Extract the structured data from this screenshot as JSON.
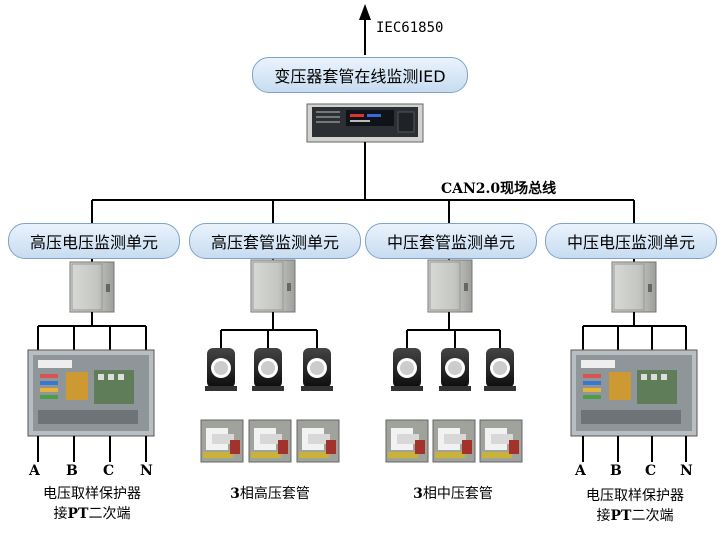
{
  "top_protocol": "IEC61850",
  "ied_label": "变压器套管在线监测IED",
  "bus_label": "CAN2.0现场总线",
  "units": [
    {
      "label": "高压电压监测单元"
    },
    {
      "label": "高压套管监测单元"
    },
    {
      "label": "中压套管监测单元"
    },
    {
      "label": "中压电压监测单元"
    }
  ],
  "left_phases": [
    "A",
    "B",
    "C",
    "N"
  ],
  "right_phases": [
    "A",
    "B",
    "C",
    "N"
  ],
  "captions": {
    "left_line1": "电压取样保护器",
    "left_line2_prefix": "接",
    "left_line2_bold": "PT",
    "left_line2_suffix": "二次端",
    "hv_bushing_num": "3",
    "hv_bushing_text": "相高压套管",
    "mv_bushing_num": "3",
    "mv_bushing_text": "相中压套管",
    "right_line1": "电压取样保护器",
    "right_line2_prefix": "接",
    "right_line2_bold": "PT",
    "right_line2_suffix": "二次端"
  },
  "colors": {
    "pill_border": "#7fa2c9",
    "line": "#000000",
    "sensor": "#1a1a1a"
  }
}
